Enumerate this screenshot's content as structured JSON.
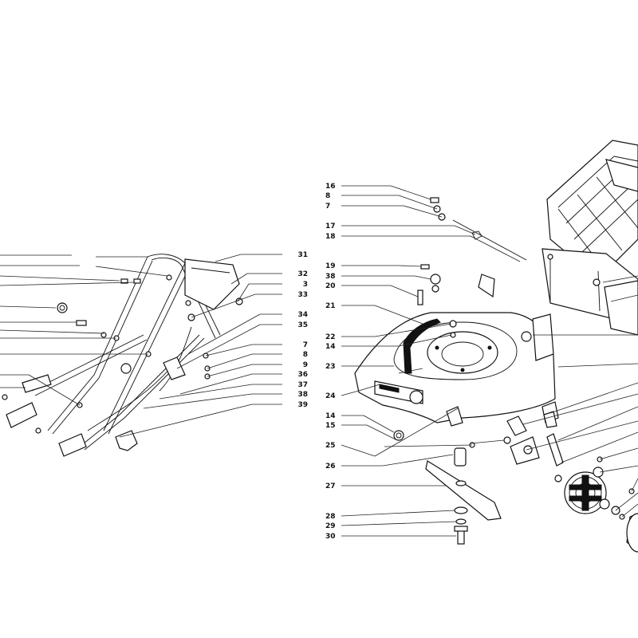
{
  "handle_labels_right": [
    "31",
    "32",
    "3",
    "33",
    "34",
    "35",
    "7",
    "8",
    "9",
    "36",
    "37",
    "38",
    "39"
  ],
  "deck_labels_left": [
    "16",
    "8",
    "7",
    "17",
    "18",
    "19",
    "38",
    "20",
    "21",
    "22",
    "14",
    "23",
    "24",
    "14",
    "15",
    "25",
    "26",
    "27",
    "28",
    "29",
    "30"
  ]
}
